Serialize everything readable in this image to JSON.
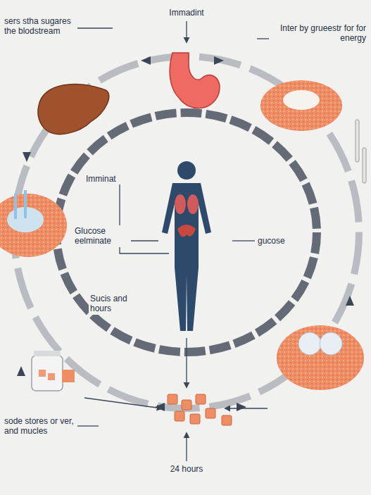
{
  "diagram": {
    "labels": [
      "sers stha sugares the blodstream",
      "Immadint",
      "Inter by grueestr for for energy",
      "Imminat",
      "Glucose eelminate",
      "gucose",
      "Sucis and hours",
      "sode stores or ver, and mucles",
      "24 hours"
    ]
  }
}
